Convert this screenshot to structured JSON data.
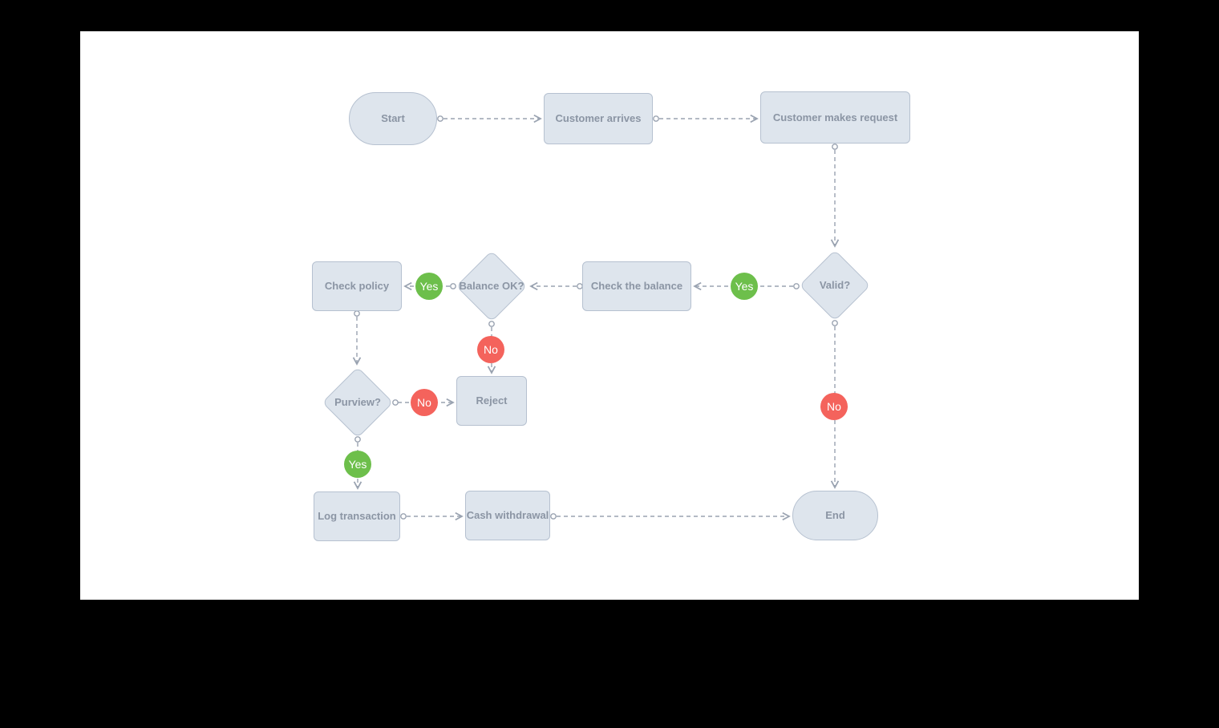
{
  "diagram": {
    "type": "flowchart",
    "colors": {
      "page_background": "#000000",
      "canvas_background": "#ffffff",
      "node_fill": "#dee5ed",
      "node_border": "#b6c1d0",
      "node_text": "#8b95a4",
      "connector": "#9aa3b1",
      "yes_badge": "#6dbf4b",
      "no_badge": "#f4635c",
      "badge_text": "#ffffff"
    },
    "nodes": {
      "start": {
        "label": "Start",
        "shape": "terminator"
      },
      "customer_arrives": {
        "label": "Customer arrives",
        "shape": "process"
      },
      "customer_makes_request": {
        "label": "Customer makes request",
        "shape": "process"
      },
      "valid": {
        "label": "Valid?",
        "shape": "decision"
      },
      "check_the_balance": {
        "label": "Check the balance",
        "shape": "process"
      },
      "balance_ok": {
        "label": "Balance OK?",
        "shape": "decision"
      },
      "check_policy": {
        "label": "Check policy",
        "shape": "process"
      },
      "purview": {
        "label": "Purview?",
        "shape": "decision"
      },
      "reject": {
        "label": "Reject",
        "shape": "process"
      },
      "log_transaction": {
        "label": "Log transaction",
        "shape": "process"
      },
      "cash_withdrawal": {
        "label": "Cash withdrawal",
        "shape": "process"
      },
      "end": {
        "label": "End",
        "shape": "terminator"
      }
    },
    "edge_labels": {
      "valid_yes": {
        "text": "Yes"
      },
      "balance_ok_yes": {
        "text": "Yes"
      },
      "purview_yes": {
        "text": "Yes"
      },
      "balance_ok_no": {
        "text": "No"
      },
      "purview_no": {
        "text": "No"
      },
      "valid_no": {
        "text": "No"
      }
    },
    "edges": [
      {
        "from": "start",
        "to": "customer_arrives",
        "label": ""
      },
      {
        "from": "customer_arrives",
        "to": "customer_makes_request",
        "label": ""
      },
      {
        "from": "customer_makes_request",
        "to": "valid",
        "label": ""
      },
      {
        "from": "valid",
        "to": "check_the_balance",
        "label": "Yes"
      },
      {
        "from": "check_the_balance",
        "to": "balance_ok",
        "label": ""
      },
      {
        "from": "balance_ok",
        "to": "check_policy",
        "label": "Yes"
      },
      {
        "from": "balance_ok",
        "to": "reject",
        "label": "No"
      },
      {
        "from": "check_policy",
        "to": "purview",
        "label": ""
      },
      {
        "from": "purview",
        "to": "reject",
        "label": "No"
      },
      {
        "from": "purview",
        "to": "log_transaction",
        "label": "Yes"
      },
      {
        "from": "log_transaction",
        "to": "cash_withdrawal",
        "label": ""
      },
      {
        "from": "cash_withdrawal",
        "to": "end",
        "label": ""
      },
      {
        "from": "valid",
        "to": "end",
        "label": "No"
      }
    ]
  }
}
